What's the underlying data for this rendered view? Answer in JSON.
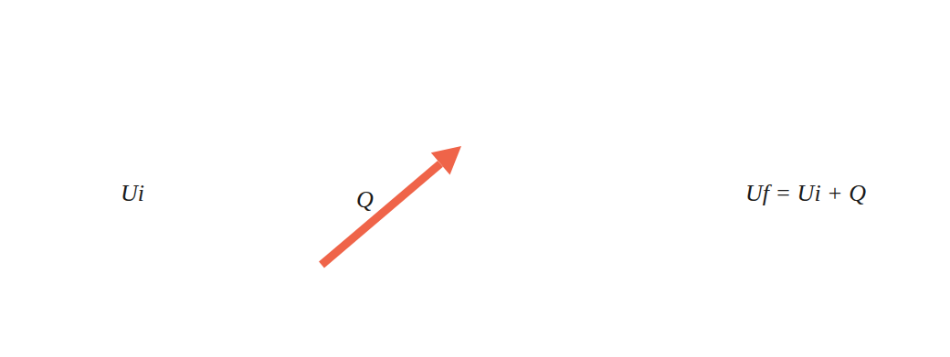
{
  "diagram": {
    "nodes": [
      {
        "text": [
          "Ui"
        ]
      },
      {
        "text": [
          "Q"
        ]
      },
      {
        "text": [
          "Uf = Ui + Q"
        ]
      }
    ]
  }
}
